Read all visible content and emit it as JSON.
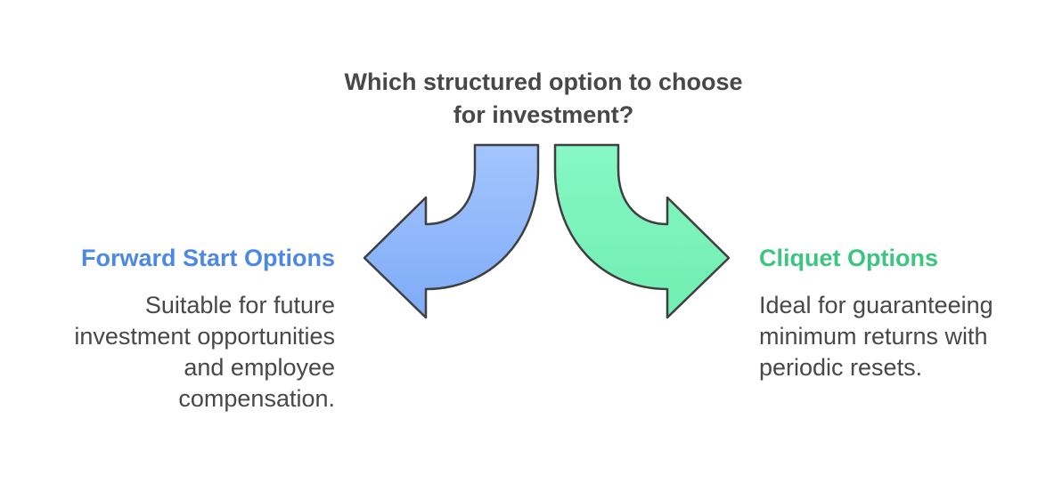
{
  "title": {
    "line1": "Which structured option to choose",
    "line2": "for investment?"
  },
  "left": {
    "heading": "Forward Start Options",
    "desc_lines": [
      "Suitable for future",
      "investment opportunities",
      "and employee",
      "compensation."
    ],
    "color": "#4d88e6",
    "arrow_fill_top": "#a4c5fc",
    "arrow_fill_bottom": "#7eabf8"
  },
  "right": {
    "heading": "Cliquet Options",
    "desc_lines": [
      "Ideal for guaranteeing",
      "minimum returns with",
      "periodic resets."
    ],
    "color": "#3cc57e",
    "arrow_fill_top": "#86f8c4",
    "arrow_fill_bottom": "#70eeb1"
  },
  "outline_color": "#3f3f3f",
  "text_color": "#484848"
}
